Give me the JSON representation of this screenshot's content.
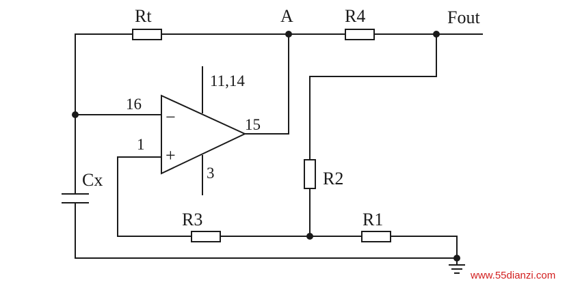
{
  "labels": {
    "rt": "Rt",
    "r4": "R4",
    "node_a": "A",
    "fout": "Fout",
    "cx": "Cx",
    "r2": "R2",
    "r3": "R3",
    "r1": "R1"
  },
  "pins": {
    "inv": "16",
    "noninv": "1",
    "out": "15",
    "supply_top": "11,14",
    "supply_bottom": "3"
  },
  "opamp": {
    "minus": "−",
    "plus": "+"
  },
  "watermark": {
    "text": "www.55dianzi.com",
    "color": "#d21e1e"
  }
}
